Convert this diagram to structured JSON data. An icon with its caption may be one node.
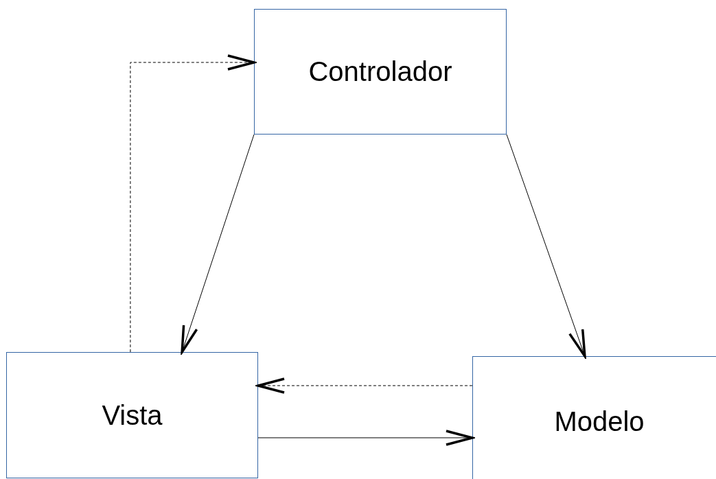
{
  "diagram": {
    "nodes": [
      {
        "text": [
          "Controlador"
        ]
      },
      {
        "text": [
          "Vista"
        ]
      },
      {
        "text": [
          "Modelo"
        ]
      }
    ],
    "edges": [
      {
        "from": 0,
        "to": 1,
        "arrow": "to"
      },
      {
        "from": 0,
        "to": 2,
        "arrow": "to"
      },
      {
        "from": 1,
        "to": 0,
        "arrow": "to",
        "style": "dashed"
      },
      {
        "from": 2,
        "to": 1,
        "arrow": "to",
        "style": "dashed"
      },
      {
        "from": 1,
        "to": 2,
        "arrow": "to"
      }
    ]
  }
}
